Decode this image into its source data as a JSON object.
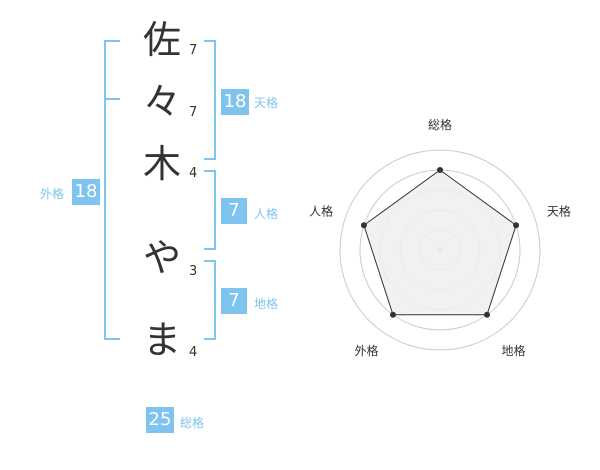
{
  "name": {
    "chars": [
      {
        "char": "佐",
        "strokes": "7"
      },
      {
        "char": "々",
        "strokes": "7"
      },
      {
        "char": "木",
        "strokes": "4"
      },
      {
        "char": "や",
        "strokes": "3"
      },
      {
        "char": "ま",
        "strokes": "4"
      }
    ]
  },
  "fortunes": {
    "tenkaku": {
      "value": "18",
      "label": "天格"
    },
    "jinkaku": {
      "value": "7",
      "label": "人格"
    },
    "chikaku": {
      "value": "7",
      "label": "地格"
    },
    "gaikaku": {
      "value": "18",
      "label": "外格"
    },
    "soukaku": {
      "value": "25",
      "label": "総格"
    }
  },
  "chart_data": {
    "type": "radar",
    "axes": [
      "総格",
      "天格",
      "地格",
      "外格",
      "人格"
    ],
    "values": [
      4,
      4,
      4,
      4,
      4
    ],
    "max": 5,
    "grid_rings": 5,
    "colors": {
      "fill": "#eeeeee",
      "line": "#333333",
      "grid": "#cccccc"
    }
  }
}
